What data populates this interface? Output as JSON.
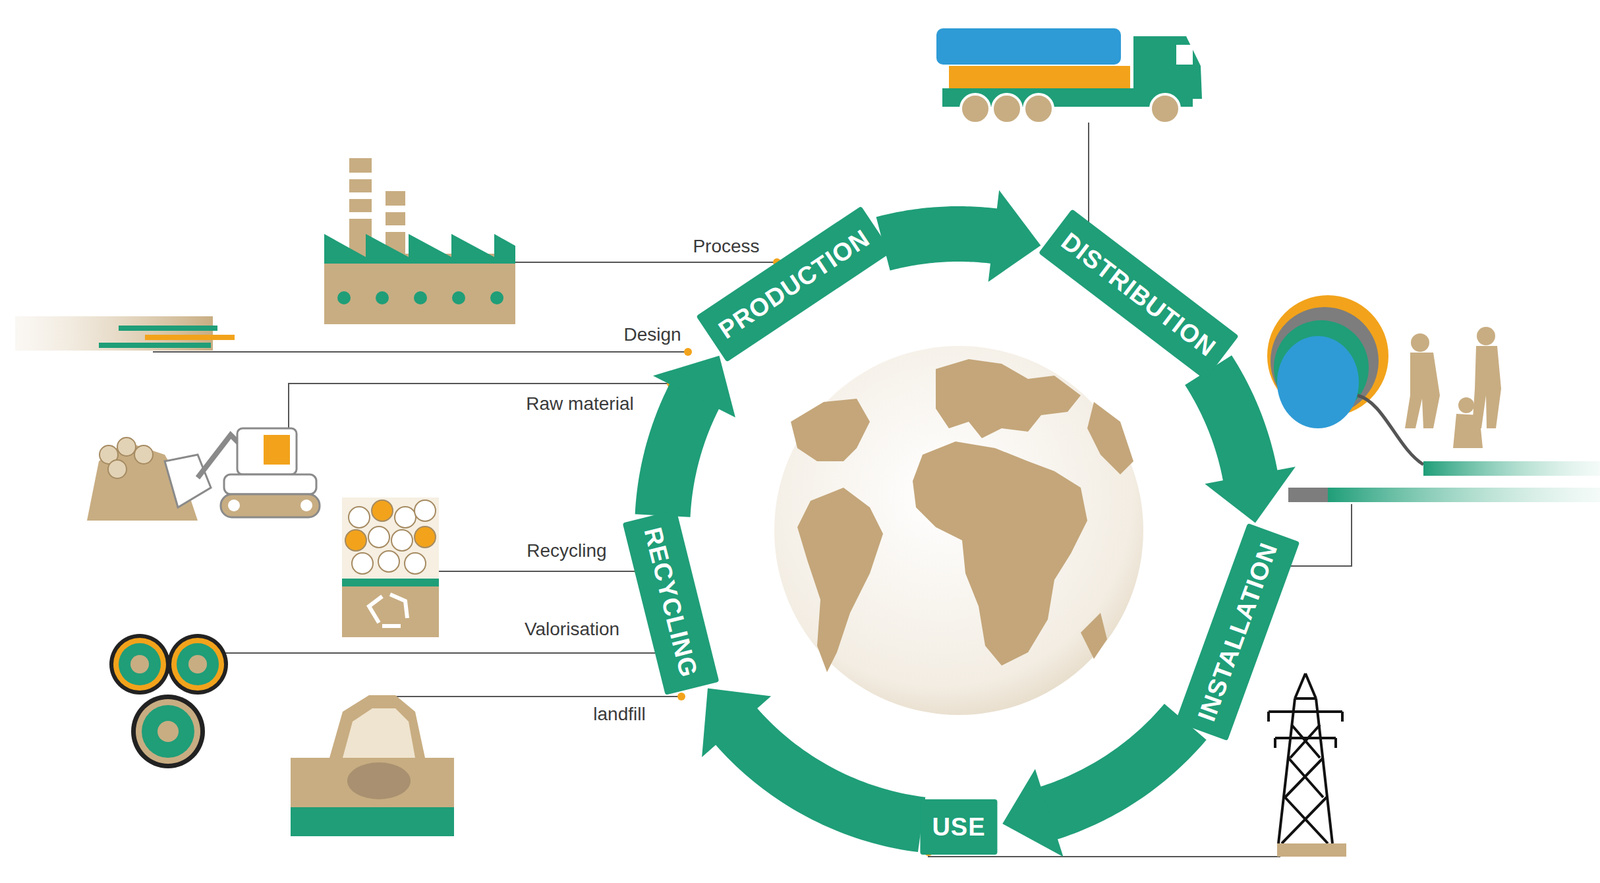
{
  "diagram": {
    "nodes": [
      {
        "text": [
          "PRODUCTION"
        ]
      },
      {
        "text": [
          "DISTRIBUTION"
        ]
      },
      {
        "text": [
          "INSTALLATION"
        ]
      },
      {
        "text": [
          "USE"
        ]
      },
      {
        "text": [
          "RECYCLING"
        ]
      }
    ],
    "edges": [
      {
        "from": 0,
        "to": 1,
        "arrow": "to"
      },
      {
        "from": 1,
        "to": 2,
        "arrow": "to"
      },
      {
        "from": 2,
        "to": 3,
        "arrow": "to"
      },
      {
        "from": 3,
        "to": 4,
        "arrow": "to"
      },
      {
        "from": 4,
        "to": 0,
        "arrow": "to"
      }
    ],
    "labels": [
      "Process",
      "Design",
      "Raw material",
      "Recycling",
      "Valorisation",
      "landfill"
    ]
  }
}
